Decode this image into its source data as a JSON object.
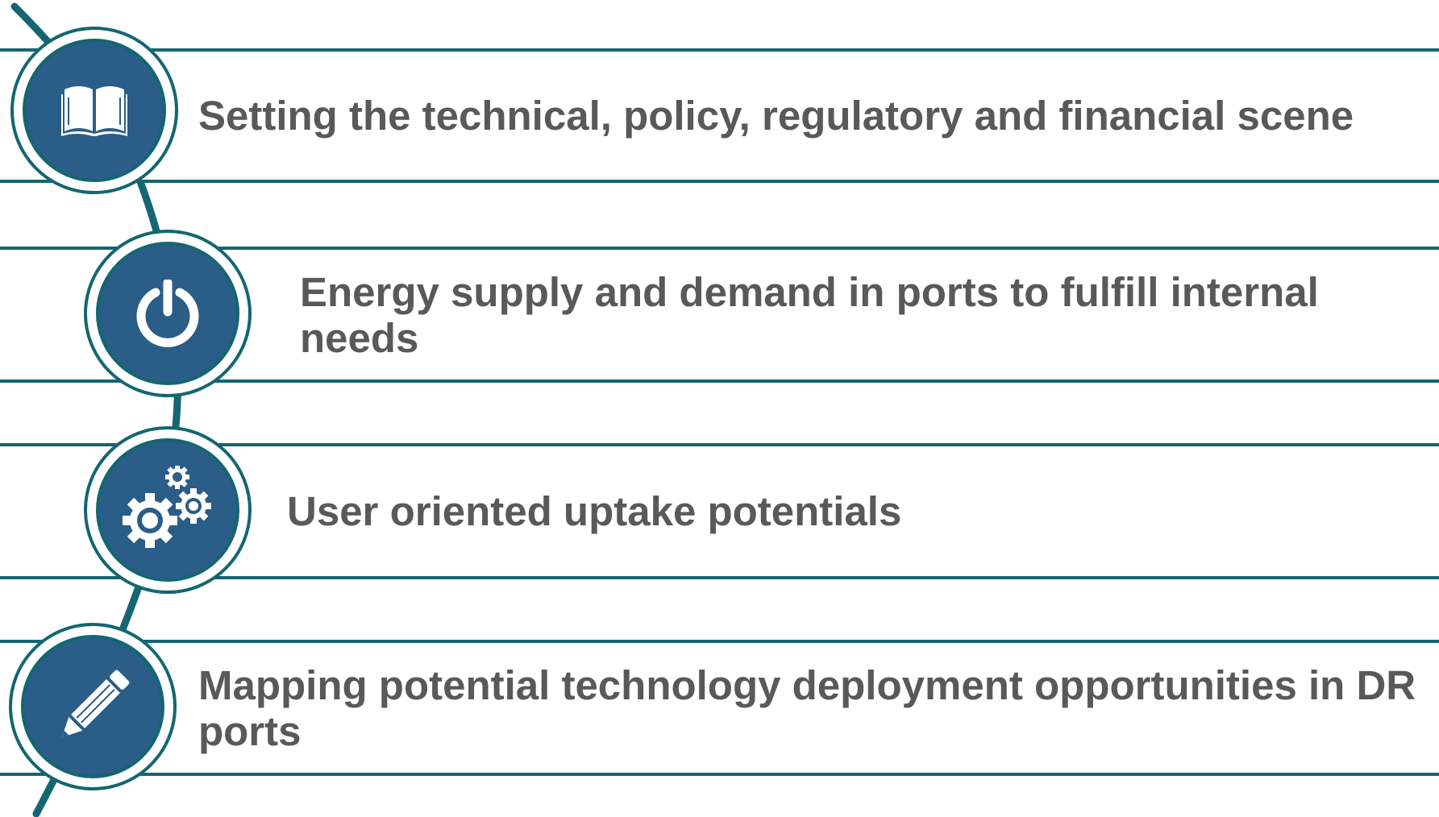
{
  "colors": {
    "outline": "#146671",
    "disc": "#2a5d87",
    "text": "#595959",
    "icon": "#ffffff"
  },
  "steps": [
    {
      "icon": "open-book-icon",
      "text": "Setting the technical, policy, regulatory and financial scene"
    },
    {
      "icon": "power-icon",
      "text": "Energy supply and demand in ports to fulfill internal needs"
    },
    {
      "icon": "gears-icon",
      "text": "User oriented uptake potentials"
    },
    {
      "icon": "pencil-icon",
      "text": "Mapping potential technology deployment opportunities in DR ports"
    }
  ]
}
